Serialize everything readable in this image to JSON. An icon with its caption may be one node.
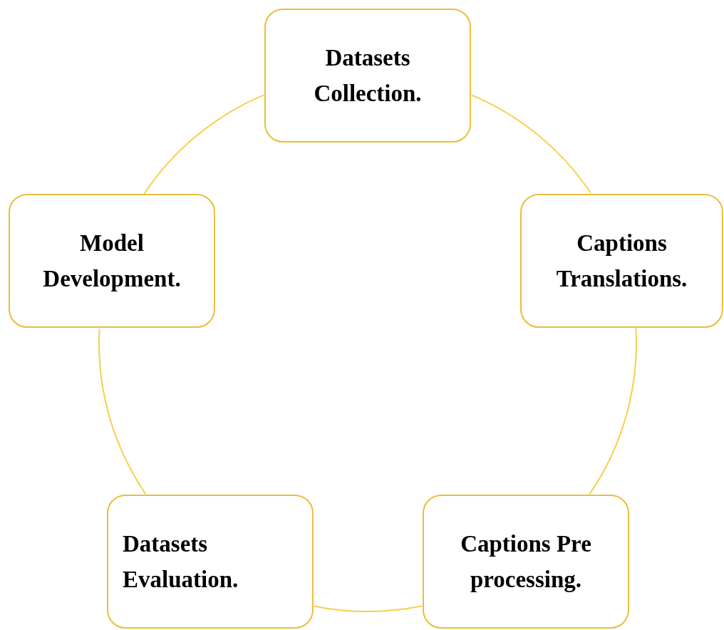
{
  "diagram": {
    "nodes": [
      {
        "text": [
          "Datasets Collection."
        ]
      },
      {
        "text": [
          "Captions Translations."
        ]
      },
      {
        "text": [
          "Captions Pre processing."
        ]
      },
      {
        "text": [
          "Datasets Evaluation."
        ]
      },
      {
        "text": [
          "Model Development."
        ]
      }
    ],
    "edges": [
      {
        "from": 0,
        "to": 1,
        "arrow": "none"
      },
      {
        "from": 1,
        "to": 2,
        "arrow": "none"
      },
      {
        "from": 2,
        "to": 3,
        "arrow": "none"
      },
      {
        "from": 3,
        "to": 4,
        "arrow": "none"
      },
      {
        "from": 4,
        "to": 0,
        "arrow": "none"
      }
    ]
  }
}
